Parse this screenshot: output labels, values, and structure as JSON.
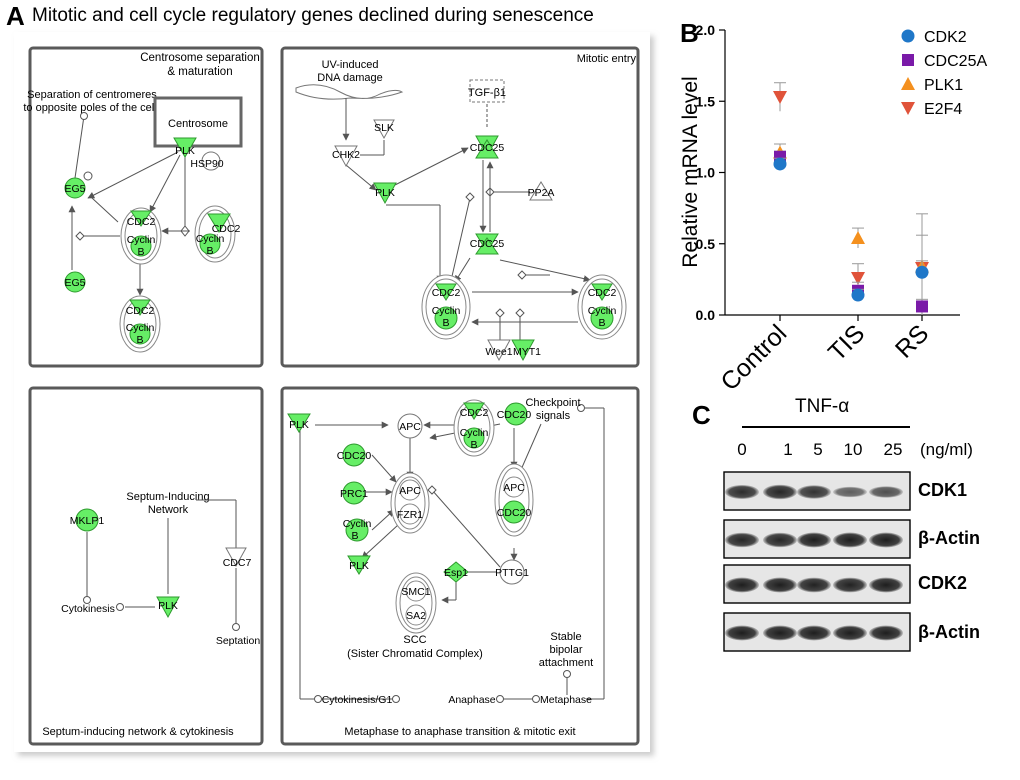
{
  "figure": {
    "title": "Mitotic and cell cycle regulatory genes declined during senescence",
    "panel_labels": [
      "A",
      "B",
      "C"
    ],
    "colors": {
      "gene_green": "#66ee66",
      "gene_green_edge": "#2e9a2e",
      "box_border": "#5a5a5a",
      "edge_gray": "#555555"
    }
  },
  "pathway": {
    "subpanels": [
      {
        "title": "Centrosome separation & maturation",
        "title_lines": [
          "Centrosome separation",
          "& maturation"
        ],
        "labels": {
          "separation": [
            "Separation of centromeres",
            "to opposite poles of the cell"
          ],
          "centrosome": "Centrosome",
          "plk": "PLK",
          "hsp90": "HSP90",
          "eg5_top": "EG5",
          "eg5_bottom": "EG5",
          "cdc2_left": "CDC2",
          "cyclin_left": [
            "Cyclin",
            "B"
          ],
          "cdc2_right": "CDC2",
          "cyclin_right": [
            "Cyclin",
            "B"
          ],
          "cdc2_bottom": "CDC2",
          "cyclin_bottom": [
            "Cyclin",
            "B"
          ]
        }
      },
      {
        "title": "Mitotic entry",
        "labels": {
          "uv": [
            "UV-induced",
            "DNA damage"
          ],
          "tgf": "TGF-β1",
          "slk": "SLK",
          "chk2": "CHK2",
          "cdc25_top": "CDC25",
          "pp2a": "PP2A",
          "plk": "PLK",
          "cdc25_mid": "CDC25",
          "cdc2_left": "CDC2",
          "cyclin_left": [
            "Cyclin",
            "B"
          ],
          "cdc2_right": "CDC2",
          "cyclin_right": [
            "Cyclin",
            "B"
          ],
          "wee": "Wee1",
          "myt1": "MYT1"
        }
      },
      {
        "title": "Septum-inducing network & cytokinesis",
        "labels": {
          "mklp1": "MKLP1",
          "septum": [
            "Septum-Inducing",
            "Network"
          ],
          "cdc7": "CDC7",
          "cytokinesis": "Cytokinesis",
          "plk": "PLK",
          "septation": "Septation"
        }
      },
      {
        "title": "Metaphase to anaphase transition & mitotic exit",
        "labels": {
          "plk_top": "PLK",
          "apc_top": "APC",
          "cdc2": "CDC2",
          "cyclin": [
            "Cyclin",
            "B"
          ],
          "cdc20_right": "CDC20",
          "checkpoint": [
            "Checkpoint",
            "signals"
          ],
          "cdc20_left": "CDC20",
          "prc1": "PRC1",
          "apc_mid": "APC",
          "fzr1": "FZR1",
          "cyclin_b": [
            "Cyclin",
            "B"
          ],
          "apc_right": "APC",
          "cdc20_mid": "CDC20",
          "plk_bottom": "PLK",
          "esp1": "Esp1",
          "pttg1": "PTTG1",
          "smc1": "SMC1",
          "sa2": "SA2",
          "scc": [
            "SCC",
            "(Sister Chromatid Complex)"
          ],
          "stable": [
            "Stable",
            "bipolar",
            "attachment"
          ],
          "cytokinesis_g1": "Cytokinesis/G1",
          "anaphase": "Anaphase",
          "metaphase": "Metaphase"
        }
      }
    ]
  },
  "chart_data": {
    "type": "scatter",
    "ylabel": "Relative mRNA level",
    "categories": [
      "Control",
      "TIS",
      "RS"
    ],
    "ylim": [
      0,
      2.0
    ],
    "yticks": [
      "0.0",
      "0.5",
      "1.0",
      "1.5",
      "2.0"
    ],
    "legend_position": "top-right",
    "series": [
      {
        "name": "CDK2",
        "marker": "circle",
        "color": "#1f77c8",
        "values": [
          1.06,
          0.14,
          0.3
        ],
        "err": [
          0.04,
          0.04,
          0.08
        ]
      },
      {
        "name": "CDC25A",
        "marker": "square",
        "color": "#7a1aa8",
        "values": [
          1.11,
          0.17,
          0.06
        ],
        "err": [
          0.04,
          0.06,
          0.05
        ]
      },
      {
        "name": "PLK1",
        "marker": "triangle-up",
        "color": "#f4901e",
        "values": [
          1.14,
          0.54,
          0.34
        ],
        "err": [
          0.06,
          0.07,
          0.37
        ]
      },
      {
        "name": "E2F4",
        "marker": "triangle-down",
        "color": "#e0533a",
        "values": [
          1.53,
          0.26,
          0.33
        ],
        "err": [
          0.1,
          0.1,
          0.23
        ]
      }
    ]
  },
  "blot": {
    "treatment": "TNF-α",
    "doses": [
      "0",
      "1",
      "5",
      "10",
      "25"
    ],
    "unit": "(ng/ml)",
    "rows": [
      {
        "label": "CDK1",
        "intensity": [
          0.8,
          0.85,
          0.75,
          0.45,
          0.55
        ]
      },
      {
        "label": "β-Actin",
        "intensity": [
          0.85,
          0.85,
          0.9,
          0.9,
          0.9
        ]
      },
      {
        "label": "CDK2",
        "intensity": [
          0.9,
          0.9,
          0.88,
          0.88,
          0.9
        ]
      },
      {
        "label": "β-Actin",
        "intensity": [
          0.9,
          0.9,
          0.9,
          0.9,
          0.9
        ]
      }
    ]
  }
}
